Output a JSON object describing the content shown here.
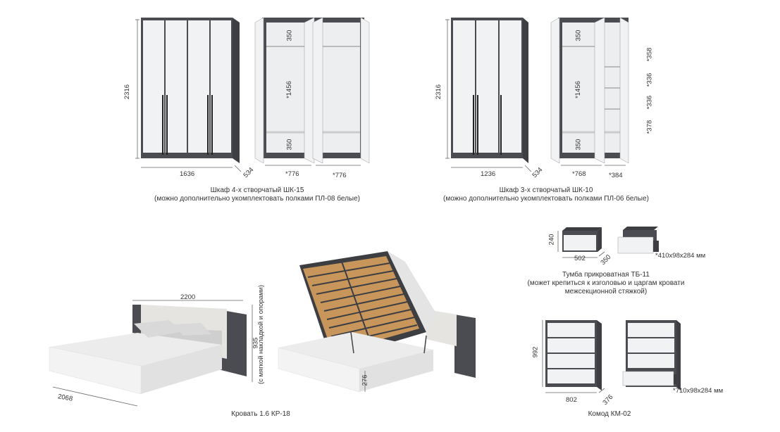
{
  "colors": {
    "body": "#4a4c51",
    "door": "#f1f2f4",
    "line": "#666666",
    "wood": "#c8955a"
  },
  "wardrobe4": {
    "height": "2316",
    "width": "1636",
    "depth": "534",
    "inner_top": "350",
    "inner_mid": "*1456",
    "inner_bottom": "350",
    "section_left": "*776",
    "section_right": "*776",
    "caption_line1": "Шкаф 4-х створчатый ШК-15",
    "caption_line2": "(можно дополнительно укомплектовать полками ПЛ-08 белые)"
  },
  "wardrobe3": {
    "height": "2316",
    "width": "1236",
    "depth": "534",
    "inner_top": "350",
    "inner_mid": "*1456",
    "inner_bottom": "350",
    "shelf1": "*358",
    "shelf2": "*336",
    "shelf3": "*336",
    "shelf4": "*378",
    "section_left": "*768",
    "section_right": "*384",
    "caption_line1": "Шкаф 3-х створчатый ШК-10",
    "caption_line2": "(можно дополнительно укомплектовать полками ПЛ-06 белые)"
  },
  "nightstand": {
    "height": "240",
    "width": "502",
    "depth": "350",
    "drawer": "*410x98x284 мм",
    "caption_line1": "Тумба прикроватная ТБ-11",
    "caption_line2": "(может крепиться к изголовью и царгам кровати",
    "caption_line3": "межсекционной стяжкой)"
  },
  "bed": {
    "width": "2200",
    "length": "2068",
    "height": "935",
    "height_note": "(с мягкой накладкой и опорами)",
    "base_height": "276",
    "caption": "Кровать 1.6 КР-18"
  },
  "dresser": {
    "height": "992",
    "width": "802",
    "depth": "376",
    "drawer": "*710x98x284 мм",
    "caption": "Комод КМ-02"
  }
}
